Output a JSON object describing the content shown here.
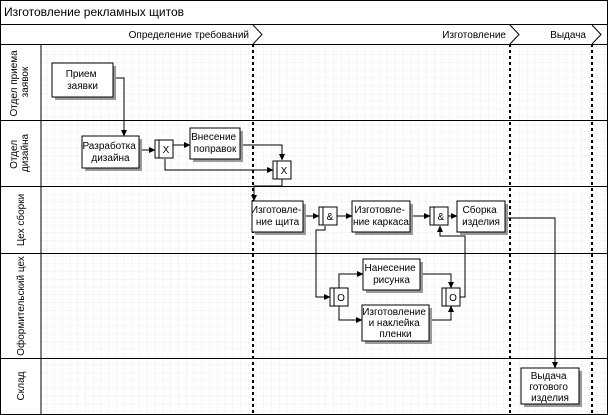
{
  "title": "Изготовление рекламных щитов",
  "phases": [
    {
      "id": "p1",
      "label": "Определение требований"
    },
    {
      "id": "p2",
      "label": "Изготовление"
    },
    {
      "id": "p3",
      "label": "Выдача"
    }
  ],
  "lanes": [
    {
      "id": "l1",
      "lines": [
        "Отдел приема",
        "заявок"
      ]
    },
    {
      "id": "l2",
      "lines": [
        "Отдел",
        "дизайна"
      ]
    },
    {
      "id": "l3",
      "lines": [
        "Цех сборки"
      ]
    },
    {
      "id": "l4",
      "lines": [
        "Оформительский цех"
      ]
    },
    {
      "id": "l5",
      "lines": [
        "Склад"
      ]
    }
  ],
  "processes": [
    {
      "id": "priem",
      "lines": [
        "Прием",
        "заявки"
      ]
    },
    {
      "id": "razrab",
      "lines": [
        "Разработка",
        "дизайна"
      ]
    },
    {
      "id": "vnesenie",
      "lines": [
        "Внесение",
        "поправок"
      ]
    },
    {
      "id": "shchit",
      "lines": [
        "Изготовле-",
        "ние щита"
      ]
    },
    {
      "id": "karkas",
      "lines": [
        "Изготовле-",
        "ние каркаса"
      ]
    },
    {
      "id": "sborka",
      "lines": [
        "Сборка",
        "изделия"
      ]
    },
    {
      "id": "risunok",
      "lines": [
        "Нанесение",
        "рисунка"
      ]
    },
    {
      "id": "plenka",
      "lines": [
        "Изготовление",
        "и наклейка",
        "пленки"
      ]
    },
    {
      "id": "vydacha",
      "lines": [
        "Выдача",
        "готового",
        "изделия"
      ]
    }
  ],
  "junctions": [
    {
      "id": "x1",
      "symbol": "X"
    },
    {
      "id": "x2",
      "symbol": "X"
    },
    {
      "id": "and1",
      "symbol": "&"
    },
    {
      "id": "and2",
      "symbol": "&"
    },
    {
      "id": "o1",
      "symbol": "O"
    },
    {
      "id": "o2",
      "symbol": "O"
    }
  ]
}
